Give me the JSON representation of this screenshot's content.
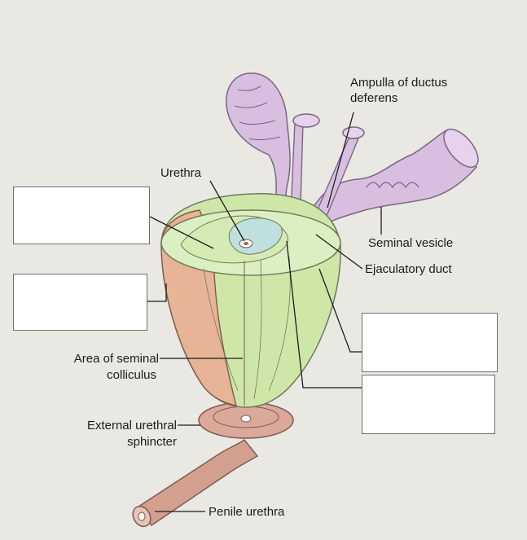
{
  "labels": {
    "ampulla_line1": "Ampulla of ductus",
    "ampulla_line2": "deferens",
    "urethra": "Urethra",
    "seminal_vesicle": "Seminal vesicle",
    "ejaculatory_duct": "Ejaculatory duct",
    "seminal_colliculus_line1": "Area of seminal",
    "seminal_colliculus_line2": "colliculus",
    "external_sphincter_line1": "External urethral",
    "external_sphincter_line2": "sphincter",
    "penile_urethra": "Penile urethra"
  },
  "answer_boxes": [
    "",
    "",
    "",
    ""
  ],
  "colors": {
    "background": "#e9e8e3",
    "prostate_lobe": "#e7b495",
    "prostate_inner": "#cfe6a9",
    "seminal_vesicle": "#d8bfe0",
    "urethra_sphincter": "#d3a08f",
    "leader_line": "#1c1c1c"
  }
}
